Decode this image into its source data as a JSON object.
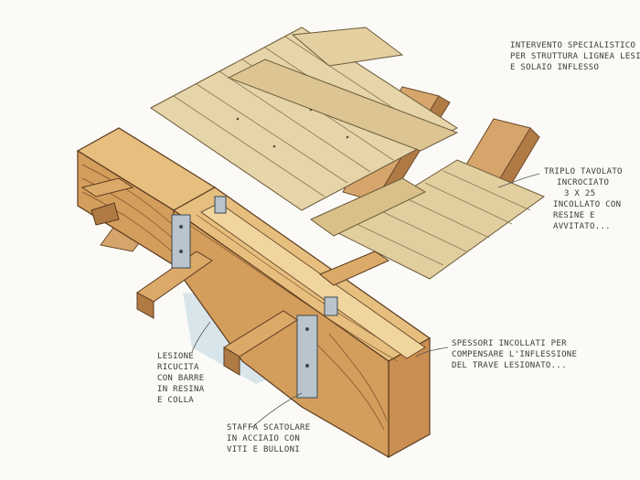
{
  "annotations": {
    "title": {
      "lines": [
        "Intervento specialistico",
        "per struttura lignea lesionata",
        "e solaio inflesso"
      ]
    },
    "tavolato": {
      "lines": [
        "Triplo tavolato",
        "incrociato",
        "3 x 25",
        "incollato con",
        "resine e",
        "avvitato..."
      ]
    },
    "spessori": {
      "lines": [
        "Spessori incollati per",
        "compensare l'inflessione",
        "del trave lesionato..."
      ]
    },
    "lesione": {
      "lines": [
        "Lesione",
        "ricucita",
        "con barre",
        "in resina",
        "e colla"
      ]
    },
    "staffa": {
      "lines": [
        "Staffa scatolare",
        "in acciaio con",
        "viti e bulloni"
      ]
    }
  },
  "colors": {
    "wood_top": "#e9c98d",
    "wood_side": "#d9a86e",
    "wood_dark": "#b98049",
    "plank": "#e3d0a2",
    "plank_alt": "#d9c28e",
    "steel": "#b9c4cc",
    "sky": "#c9dde6",
    "ink": "#4a3a2a"
  }
}
